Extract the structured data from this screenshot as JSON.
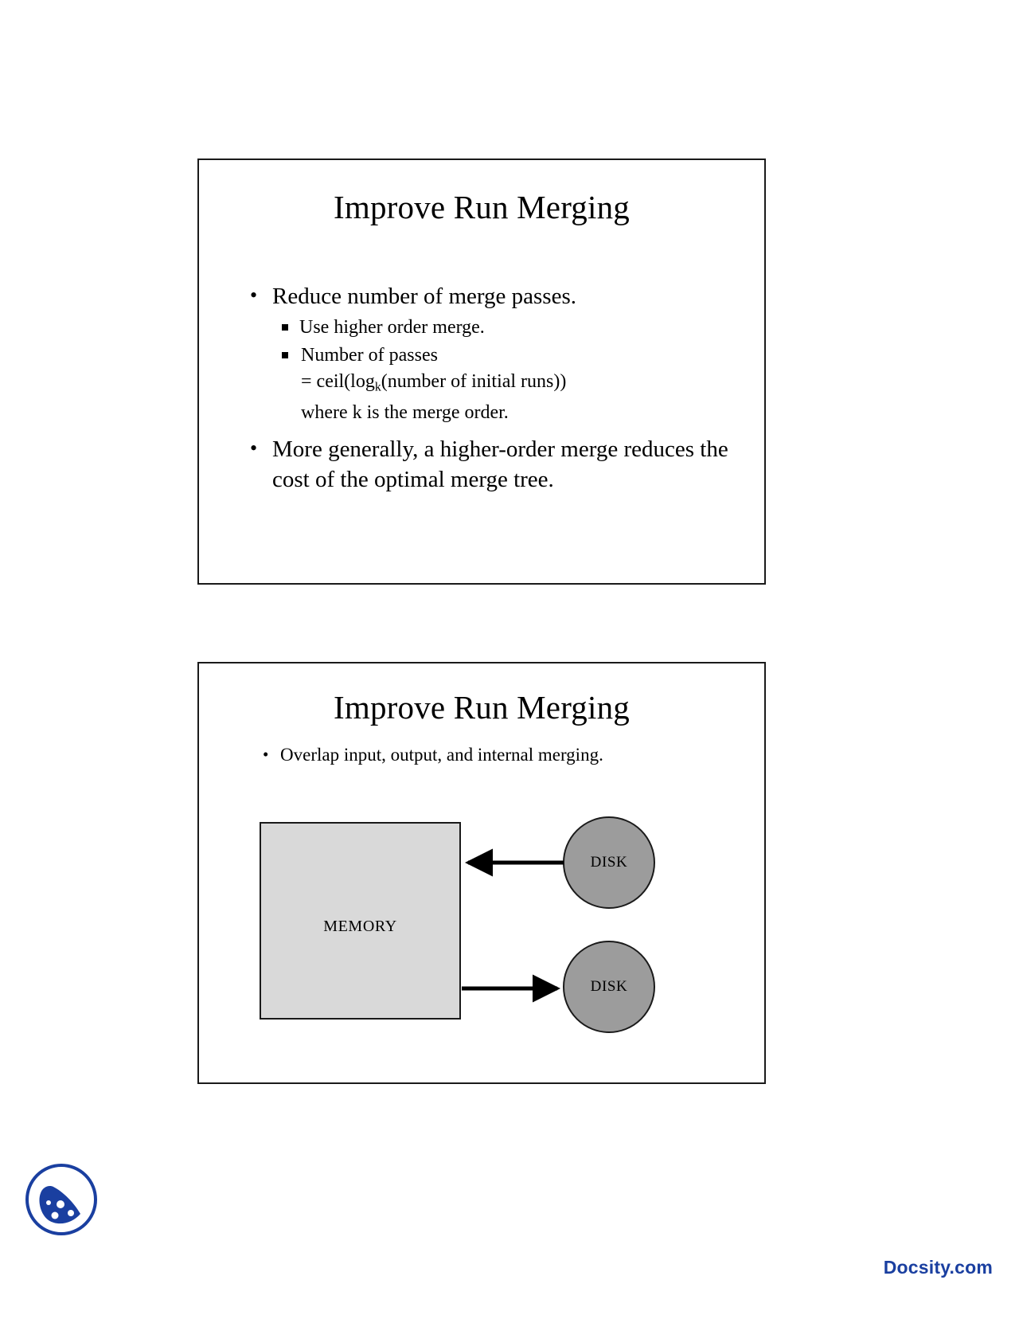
{
  "document": {
    "type": "lecture-slide-handout",
    "page_background": "#ffffff"
  },
  "slides": [
    {
      "title": "Improve Run Merging",
      "bullets": [
        {
          "level": 1,
          "marker": "•",
          "text": "Reduce number of merge passes."
        },
        {
          "level": 2,
          "marker": "▪",
          "text": "Use higher order merge."
        },
        {
          "level": 2,
          "marker": "▪",
          "line1": "Number of passes",
          "line2_prefix": "= ceil(log",
          "line2_sub": "k",
          "line2_suffix": "(number of initial runs))",
          "line3": "where k is the merge order."
        },
        {
          "level": 1,
          "marker": "•",
          "line1": "More generally, a higher-order merge",
          "line2": "reduces the cost of the optimal merge tree."
        }
      ]
    },
    {
      "title": "Improve Run Merging",
      "bullets": [
        {
          "level": 1,
          "marker": "•",
          "text": "Overlap input, output, and internal merging."
        }
      ],
      "diagram": {
        "memory": {
          "label": "MEMORY",
          "fill": "#d9d9d9",
          "stroke": "#1a1a1a"
        },
        "disks": [
          {
            "label": "DISK",
            "role": "input-disk",
            "fill": "#9c9c9c",
            "stroke": "#1a1a1a"
          },
          {
            "label": "DISK",
            "role": "output-disk",
            "fill": "#9c9c9c",
            "stroke": "#1a1a1a"
          }
        ],
        "arrows": [
          {
            "name": "input-arrow",
            "direction": "disk-to-memory"
          },
          {
            "name": "output-arrow",
            "direction": "memory-to-disk"
          }
        ]
      }
    }
  ],
  "footer": {
    "brand": "Docsity.com",
    "brand_color": "#1a3fa0",
    "logo_color": "#1a3fa0"
  }
}
